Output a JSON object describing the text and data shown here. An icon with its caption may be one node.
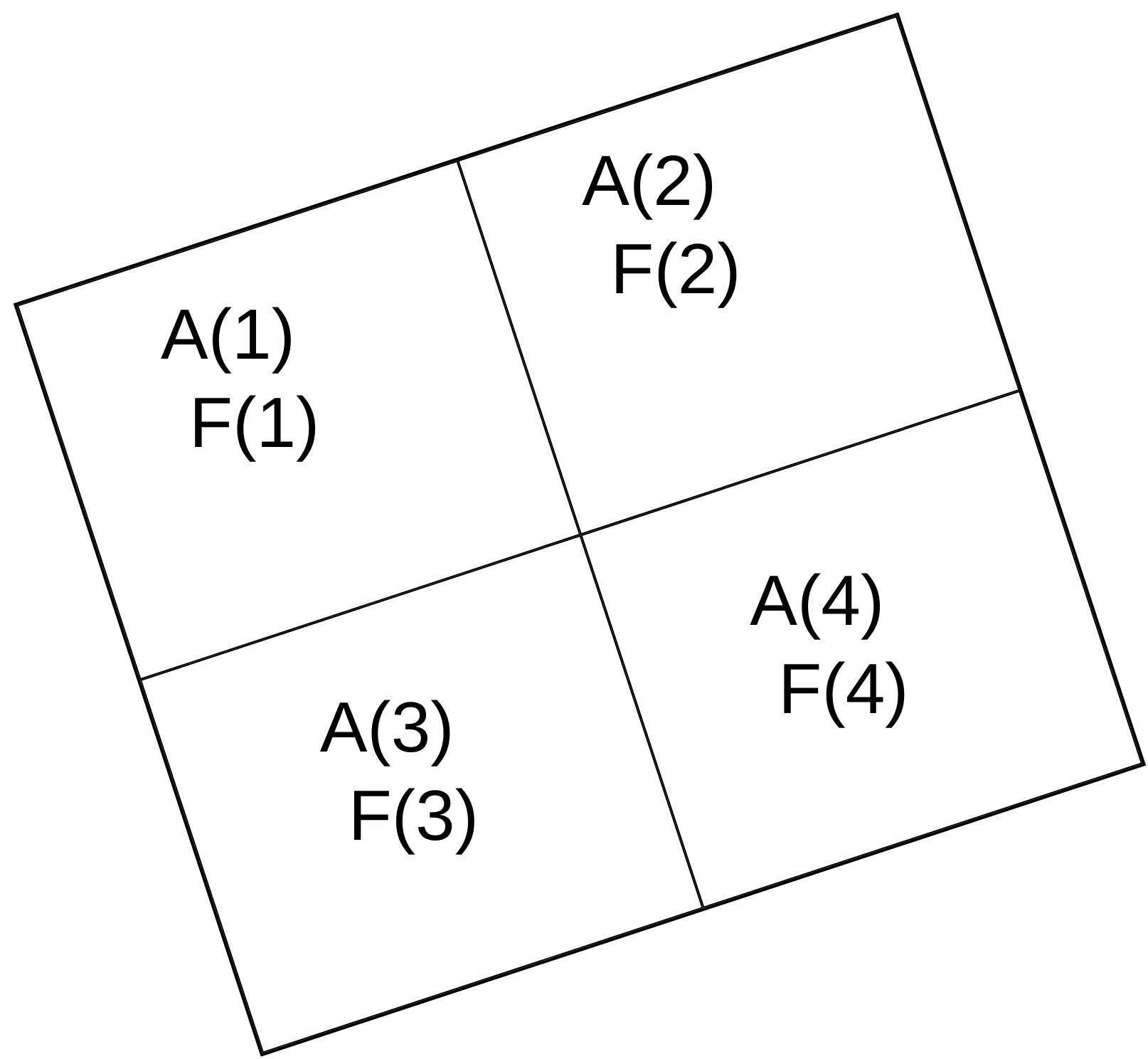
{
  "diagram": {
    "nodes": [
      {
        "text": [
          "A(1)",
          "F(1)"
        ]
      },
      {
        "text": [
          "A(2)",
          "F(2)"
        ]
      },
      {
        "text": [
          "A(3)",
          "F(3)"
        ]
      },
      {
        "text": [
          "A(4)",
          "F(4)"
        ]
      }
    ],
    "edges": []
  }
}
